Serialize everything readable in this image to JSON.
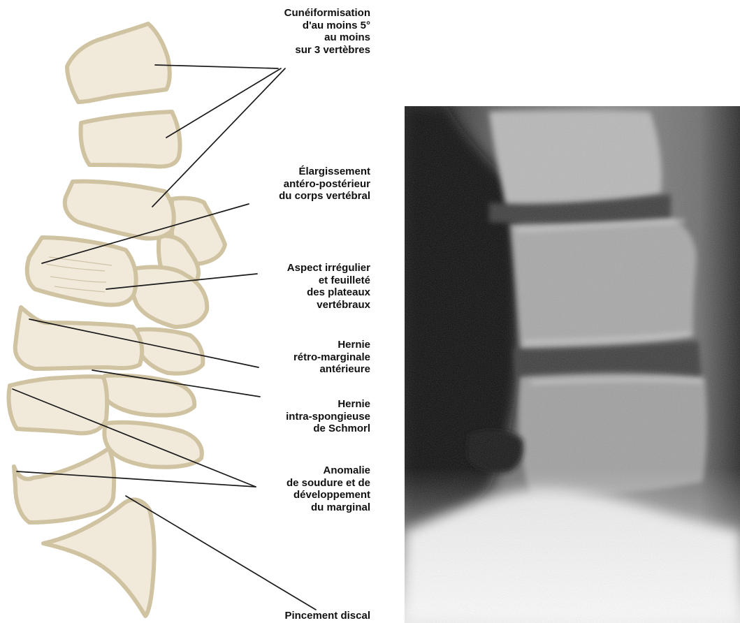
{
  "colors": {
    "bone_fill": "#f1eadb",
    "bone_edge": "#d0c3a2",
    "leader_line": "#1a1a1a",
    "label_text": "#111111",
    "xray_dark": "#0c0c0c",
    "xray_bright": "#f2f2f2"
  },
  "annotations": [
    {
      "id": "cuneiformisation",
      "lines": [
        "Cunéiformisation",
        "d'au moins 5°",
        "au moins",
        "sur 3 vertèbres"
      ]
    },
    {
      "id": "elargissement",
      "lines": [
        "Élargissement",
        "antéro-postérieur",
        "du corps vertébral"
      ]
    },
    {
      "id": "aspect-irregulier",
      "lines": [
        "Aspect irrégulier",
        "et feuilleté",
        "des plateaux",
        "vertébraux"
      ]
    },
    {
      "id": "hernie-retro",
      "lines": [
        "Hernie",
        "rétro-marginale",
        "antérieure"
      ]
    },
    {
      "id": "hernie-intra",
      "lines": [
        "Hernie",
        "intra-spongieuse",
        "de Schmorl"
      ]
    },
    {
      "id": "anomalie",
      "lines": [
        "Anomalie",
        "de soudure et de",
        "développement",
        "du marginal"
      ]
    },
    {
      "id": "pincement",
      "lines": [
        "Pincement discal"
      ]
    }
  ],
  "radiograph": {
    "name": "lateral-spine-radiograph"
  }
}
